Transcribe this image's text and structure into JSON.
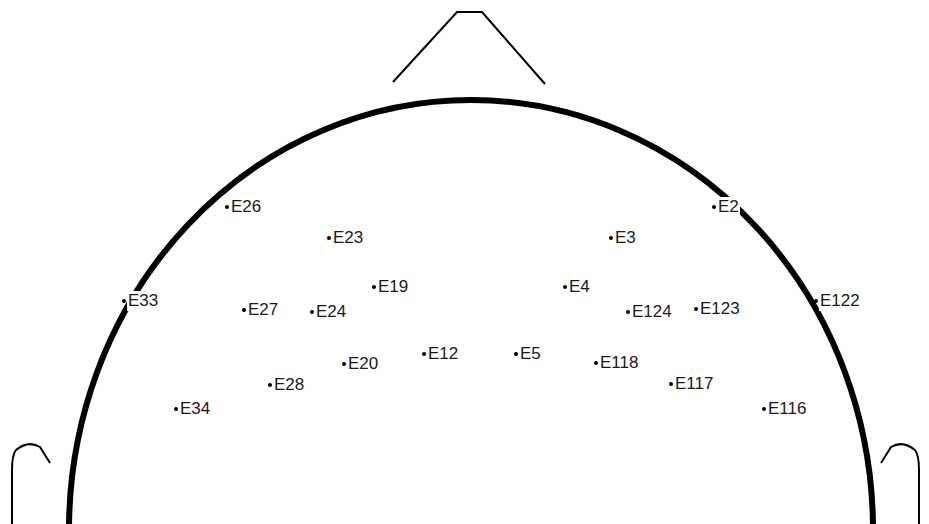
{
  "diagram": {
    "labels": [
      "E26",
      "E23",
      "E19",
      "E33",
      "E27",
      "E24",
      "E20",
      "E12",
      "E28",
      "E34",
      "E5",
      "E118",
      "E117",
      "E116",
      "E4",
      "E3",
      "E2",
      "E124",
      "E123",
      "E122"
    ]
  }
}
